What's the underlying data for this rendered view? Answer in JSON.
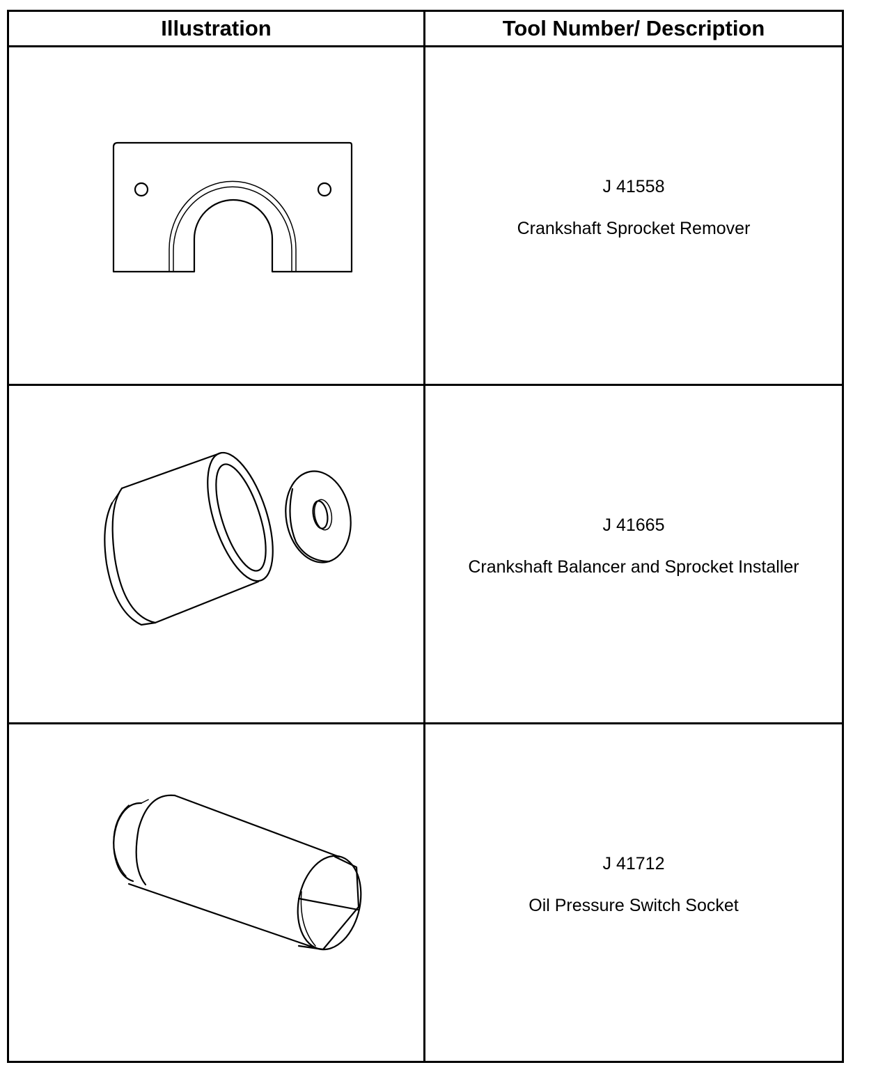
{
  "table": {
    "headers": {
      "illustration": "Illustration",
      "description": "Tool Number/ Description"
    },
    "rows": [
      {
        "tool_number": "J 41558",
        "description": "Crankshaft Sprocket Remover",
        "illustration_icon": "sprocket-remover-plate-icon"
      },
      {
        "tool_number": "J 41665",
        "description": "Crankshaft Balancer and Sprocket Installer",
        "illustration_icon": "balancer-installer-icon"
      },
      {
        "tool_number": "J 41712",
        "description": "Oil Pressure Switch Socket",
        "illustration_icon": "oil-pressure-socket-icon"
      }
    ]
  }
}
